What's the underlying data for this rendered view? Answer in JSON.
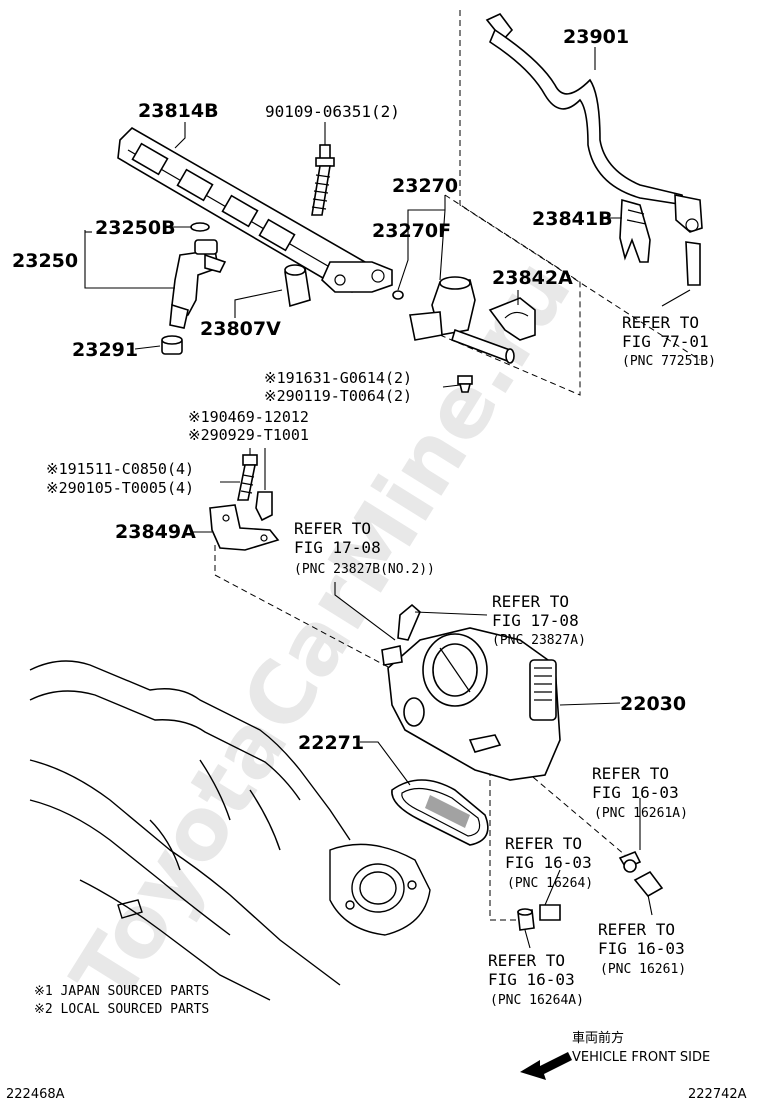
{
  "watermark": "ToyotaCarMine.ru",
  "parts": {
    "p23814B": "23814B",
    "p90109": "90109-06351(2)",
    "p23250B": "23250B",
    "p23250": "23250",
    "p23291": "23291",
    "p23807V": "23807V",
    "p23270": "23270",
    "p23270F": "23270F",
    "p23842A": "23842A",
    "p23901": "23901",
    "p23841B": "23841B",
    "p23849A": "23849A",
    "p22030": "22030",
    "p22271": "22271"
  },
  "fasteners": {
    "f1": "※191631-G0614(2)",
    "f2": "※290119-T0064(2)",
    "f3": "※190469-12012",
    "f4": "※290929-T1001",
    "f5": "※191511-C0850(4)",
    "f6": "※290105-T0005(4)"
  },
  "refs": {
    "r77": {
      "l1": "REFER TO",
      "l2": "FIG 77-01",
      "l3": "(PNC 77251B)"
    },
    "r17a": {
      "l1": "REFER TO",
      "l2": "FIG 17-08",
      "l3": "(PNC 23827B(NO.2))"
    },
    "r17b": {
      "l1": "REFER TO",
      "l2": "FIG 17-08",
      "l3": "(PNC 23827A)"
    },
    "r16a": {
      "l1": "REFER TO",
      "l2": "FIG 16-03",
      "l3": "(PNC 16261A)"
    },
    "r16b": {
      "l1": "REFER TO",
      "l2": "FIG 16-03",
      "l3": "(PNC 16264)"
    },
    "r16c": {
      "l1": "REFER TO",
      "l2": "FIG 16-03",
      "l3": "(PNC 16261)"
    },
    "r16d": {
      "l1": "REFER TO",
      "l2": "FIG 16-03",
      "l3": "(PNC 16264A)"
    }
  },
  "legend": {
    "n1": "※1 JAPAN SOURCED PARTS",
    "n2": "※2 LOCAL SOURCED PARTS"
  },
  "direction": {
    "jp": "車両前方",
    "en": "VEHICLE FRONT SIDE"
  },
  "codes": {
    "left": "222468A",
    "right": "222742A"
  }
}
